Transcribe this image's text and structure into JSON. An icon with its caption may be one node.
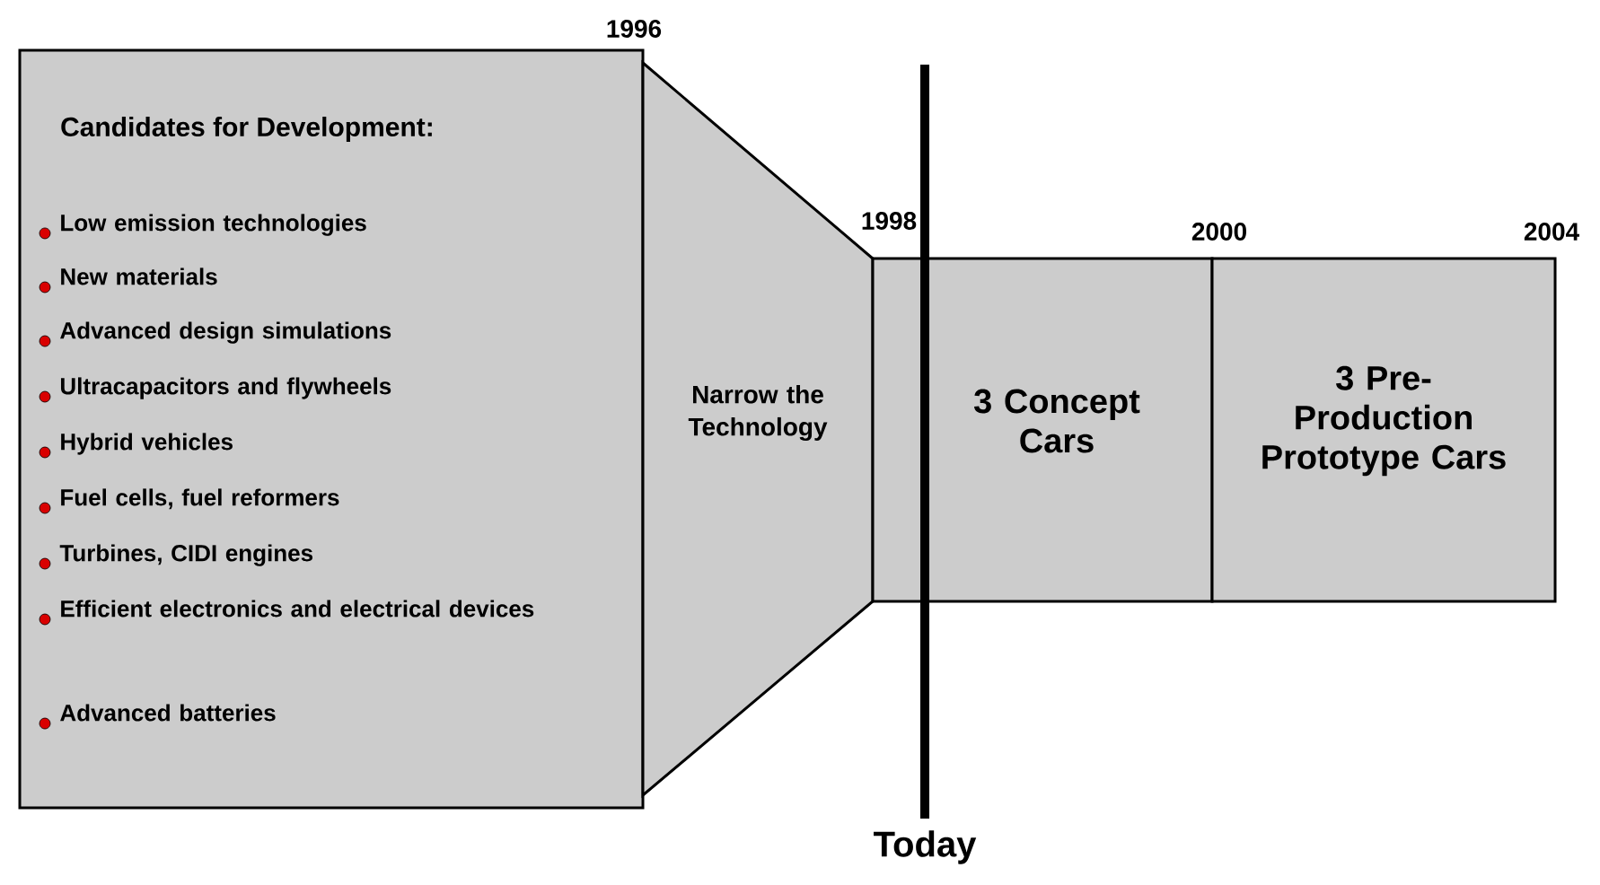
{
  "diagram": {
    "nodes": [
      {
        "text": [
          "Candidates for Development:",
          "Low emission technologies",
          "New materials",
          "Advanced design simulations",
          "Ultracapacitors and flywheels",
          "Hybrid vehicles",
          "Fuel cells, fuel reformers",
          "Turbines, CIDI engines",
          "Efficient electronics and electrical devices",
          "Advanced batteries"
        ]
      },
      {
        "text": [
          "Narrow the Technology"
        ]
      },
      {
        "text": [
          "3 Concept Cars"
        ]
      },
      {
        "text": [
          "3 Pre-Production Prototype Cars"
        ]
      }
    ],
    "labels": [
      "1996",
      "1998",
      "2000",
      "2004",
      "Today"
    ]
  }
}
